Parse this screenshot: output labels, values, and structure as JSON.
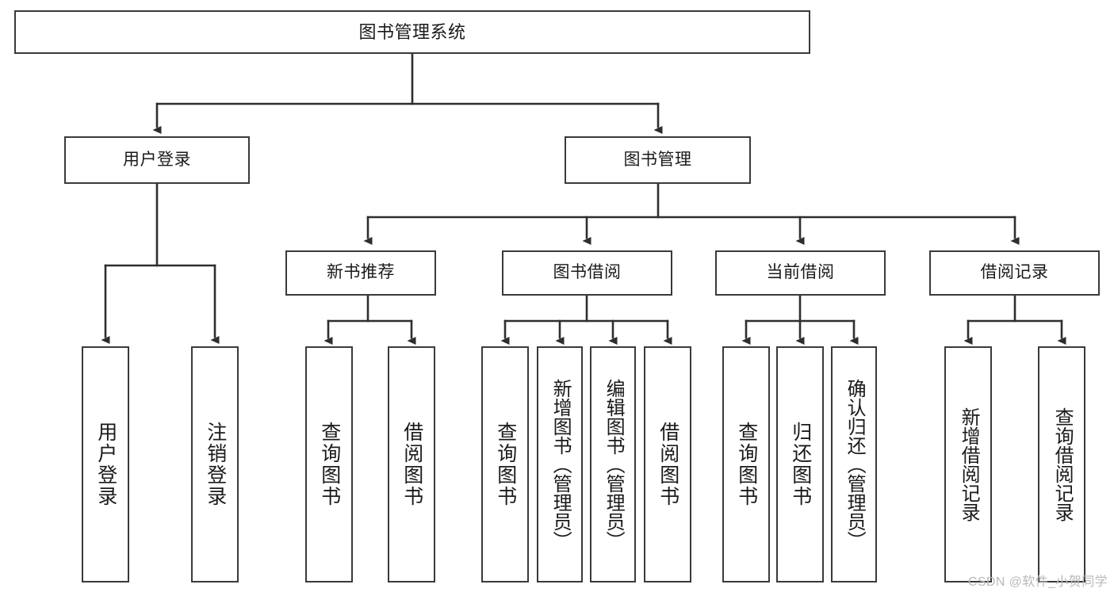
{
  "diagram": {
    "type": "tree-hierarchy",
    "title": "图书管理系统",
    "stroke_color": "#3a3a3a",
    "fill_color": "#ffffff",
    "text_color": "#1a1a1a",
    "background": "#ffffff"
  },
  "nodes": {
    "root": {
      "label": "图书管理系统"
    },
    "level2": [
      {
        "label": "用户登录"
      },
      {
        "label": "图书管理"
      }
    ],
    "level3": [
      {
        "label": "新书推荐"
      },
      {
        "label": "图书借阅"
      },
      {
        "label": "当前借阅"
      },
      {
        "label": "借阅记录"
      }
    ],
    "leaves": {
      "user_login": [
        {
          "label": "用户登录"
        },
        {
          "label": "注销登录"
        }
      ],
      "new_book_recommend": [
        {
          "label": "查询图书"
        },
        {
          "label": "借阅图书"
        }
      ],
      "book_borrow": [
        {
          "label": "查询图书"
        },
        {
          "label": "新增图书（管理员）"
        },
        {
          "label": "编辑图书（管理员）"
        },
        {
          "label": "借阅图书"
        }
      ],
      "current_borrow": [
        {
          "label": "查询图书"
        },
        {
          "label": "归还图书"
        },
        {
          "label": "确认归还（管理员）"
        }
      ],
      "borrow_record": [
        {
          "label": "新增借阅记录"
        },
        {
          "label": "查询借阅记录"
        }
      ]
    }
  },
  "watermark": {
    "text": "CSDN @软件_小贺同学"
  }
}
